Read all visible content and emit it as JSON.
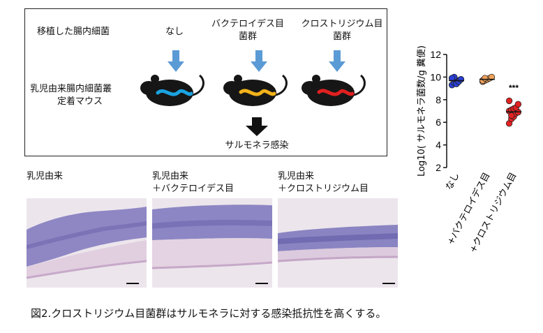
{
  "schema": {
    "row1_label": "移植した腸内細菌",
    "row2_label": [
      "乳児由来腸内細菌叢",
      "定着マウス"
    ],
    "groups": [
      {
        "label": [
          "なし"
        ],
        "bacteria_color": "#1aa3e0"
      },
      {
        "label": [
          "バクテロイデス目",
          "菌群"
        ],
        "bacteria_color": "#f2b21a"
      },
      {
        "label": [
          "クロストリジウム目",
          "菌群"
        ],
        "bacteria_color": "#e02020"
      }
    ],
    "arrow_color": "#5b9bd5",
    "outcome": "サルモネラ感染"
  },
  "histology": [
    {
      "label": [
        "乳児由来"
      ]
    },
    {
      "label": [
        "乳児由来",
        "＋バクテロイデス目"
      ]
    },
    {
      "label": [
        "乳児由来",
        "＋クロストリジウム目"
      ]
    }
  ],
  "chart_data": {
    "type": "scatter",
    "ylabel": "Log10( サルモネラ菌数/g 糞便)",
    "ylim": [
      2,
      12
    ],
    "yticks": [
      2,
      4,
      6,
      8,
      10,
      12
    ],
    "categories": [
      "なし",
      "+バクテロイデス目",
      "+クロストリジウム目"
    ],
    "series": [
      {
        "color": "#2a3fd6",
        "values": [
          9.3,
          9.5,
          9.6,
          9.7,
          9.8,
          9.9,
          10.0,
          9.4,
          9.6,
          9.8,
          9.9
        ]
      },
      {
        "color": "#f3a35a",
        "values": [
          9.6,
          9.7,
          9.8,
          9.9,
          10.0,
          9.7,
          9.9
        ]
      },
      {
        "color": "#e32222",
        "values": [
          5.9,
          6.3,
          6.5,
          6.8,
          6.9,
          7.0,
          7.1,
          7.2,
          7.3,
          7.6,
          7.9,
          6.6
        ]
      }
    ],
    "annotations": [
      {
        "category": "+クロストリジウム目",
        "text": "***"
      }
    ]
  },
  "caption": "図2.クロストリジウム目菌群はサルモネラに対する感染抵抗性を高くする。"
}
